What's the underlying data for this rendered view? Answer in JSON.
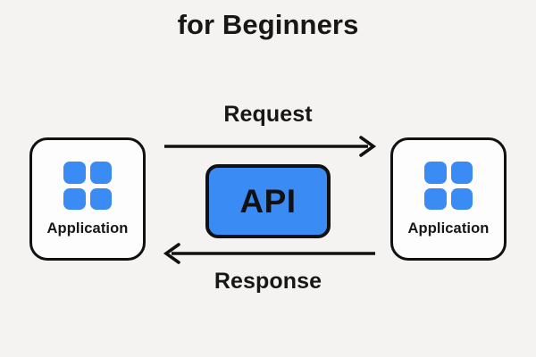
{
  "title": "for Beginners",
  "background_color": "#f4f3f1",
  "accent_color": "#3b8bf5",
  "outline_color": "#111111",
  "text_color": "#171717",
  "left_app": {
    "label": "Application",
    "icon": "grid-four-squares-icon"
  },
  "right_app": {
    "label": "Application",
    "icon": "grid-four-squares-icon"
  },
  "api": {
    "label": "API"
  },
  "flows": {
    "request": {
      "label": "Request",
      "direction": "right",
      "arrow_icon": "arrow-right-icon"
    },
    "response": {
      "label": "Response",
      "direction": "left",
      "arrow_icon": "arrow-left-icon"
    }
  }
}
